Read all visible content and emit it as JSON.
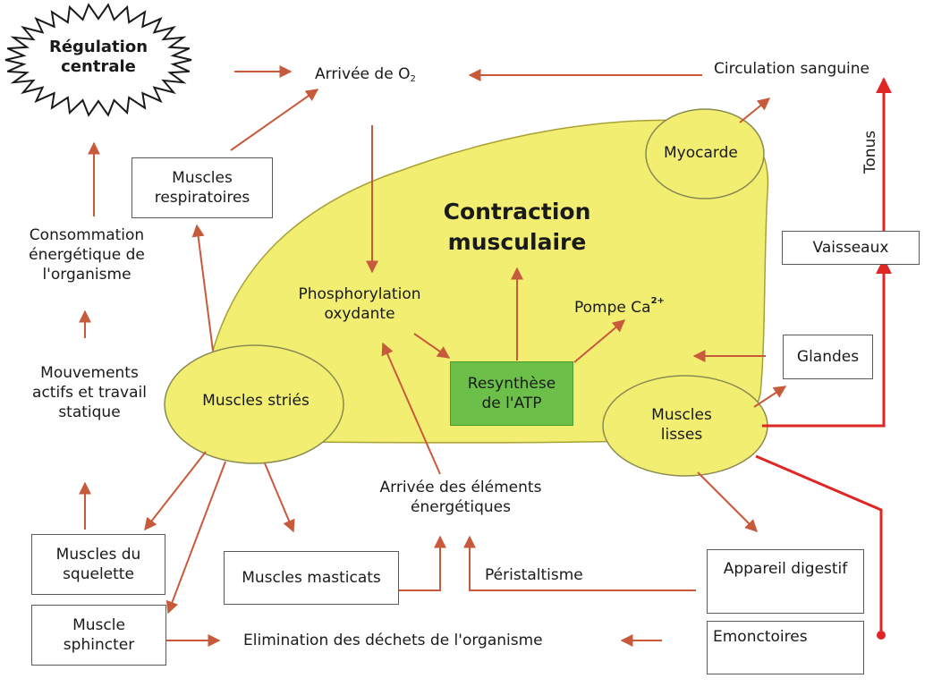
{
  "colors": {
    "blob": "#f2ee72",
    "blob_stroke": "#a8a035",
    "arrow": "#c85a3c",
    "arrow_red": "#e02525",
    "green": "#6cc04a"
  },
  "regulation": {
    "line1": "Régulation",
    "line2": "centrale"
  },
  "arrivee_o2": {
    "text": "Arrivée de O",
    "sub": "2"
  },
  "circulation": "Circulation sanguine",
  "tonus": "Tonus",
  "muscles_respiratoires": {
    "line1": "Muscles",
    "line2": "respiratoires"
  },
  "myocarde": "Myocarde",
  "contraction": {
    "line1": "Contraction",
    "line2": "musculaire"
  },
  "vaisseaux": "Vaisseaux",
  "consommation": {
    "line1": "Consommation",
    "line2": "énergétique de",
    "line3": "l'organisme"
  },
  "phosphorylation": {
    "line1": "Phosphorylation",
    "line2": "oxydante"
  },
  "pompe_ca": {
    "text": "Pompe Ca",
    "sup": "2+"
  },
  "glandes": "Glandes",
  "mouvements": {
    "line1": "Mouvements",
    "line2": "actifs et travail",
    "line3": "statique"
  },
  "muscles_stries": "Muscles striés",
  "resynthese": {
    "line1": "Resynthèse",
    "line2": "de l'ATP"
  },
  "muscles_lisses": {
    "line1": "Muscles",
    "line2": "lisses"
  },
  "arrivee_elements": {
    "line1": "Arrivée des éléments",
    "line2": "énergétiques"
  },
  "muscles_squelette": {
    "line1": "Muscles du",
    "line2": "squelette"
  },
  "muscles_masticats": "Muscles masticats",
  "peristaltisme": "Péristaltisme",
  "appareil_digestif": "Appareil digestif",
  "muscle_sphincter": {
    "line1": "Muscle",
    "line2": "sphincter"
  },
  "elimination": "Elimination des déchets de l'organisme",
  "emonctoires": "Emonctoires"
}
